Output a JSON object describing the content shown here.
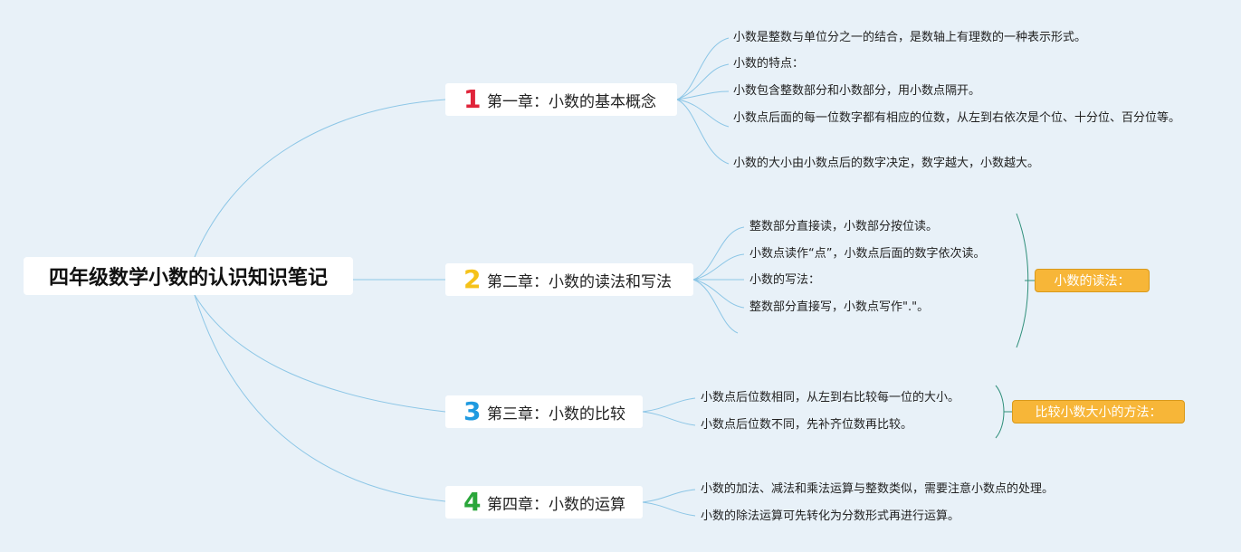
{
  "root": {
    "title": "四年级数学小数的认识知识笔记"
  },
  "chapters": [
    {
      "num": "1",
      "num_color": "#e0243a",
      "title": "第一章：小数的基本概念",
      "items": [
        "小数是整数与单位分之一的结合，是数轴上有理数的一种表示形式。",
        "小数的特点：",
        "小数包含整数部分和小数部分，用小数点隔开。",
        "小数点后面的每一位数字都有相应的位数，从左到右依次是个位、十分位、百分位等。",
        "小数的大小由小数点后的数字决定，数字越大，小数越大。"
      ]
    },
    {
      "num": "2",
      "num_color": "#f5c21a",
      "title": "第二章：小数的读法和写法",
      "items": [
        "整数部分直接读，小数部分按位读。",
        "小数点读作“点”，小数点后面的数字依次读。",
        "小数的写法：",
        "整数部分直接写，小数点写作\".\"。"
      ],
      "summary": "小数的读法："
    },
    {
      "num": "3",
      "num_color": "#1f9ae0",
      "title": "第三章：小数的比较",
      "items": [
        "小数点后位数相同，从左到右比较每一位的大小。",
        "小数点后位数不同，先补齐位数再比较。"
      ],
      "summary": "比较小数大小的方法："
    },
    {
      "num": "4",
      "num_color": "#2aa63a",
      "title": "第四章：小数的运算",
      "items": [
        "小数的加法、减法和乘法运算与整数类似，需要注意小数点的处理。",
        "小数的除法运算可先转化为分数形式再进行运算。"
      ]
    }
  ],
  "colors": {
    "branch_line": "#8cc6e6",
    "summary_bracket": "#2f8f7a",
    "summary_fill": "#f7b638"
  }
}
